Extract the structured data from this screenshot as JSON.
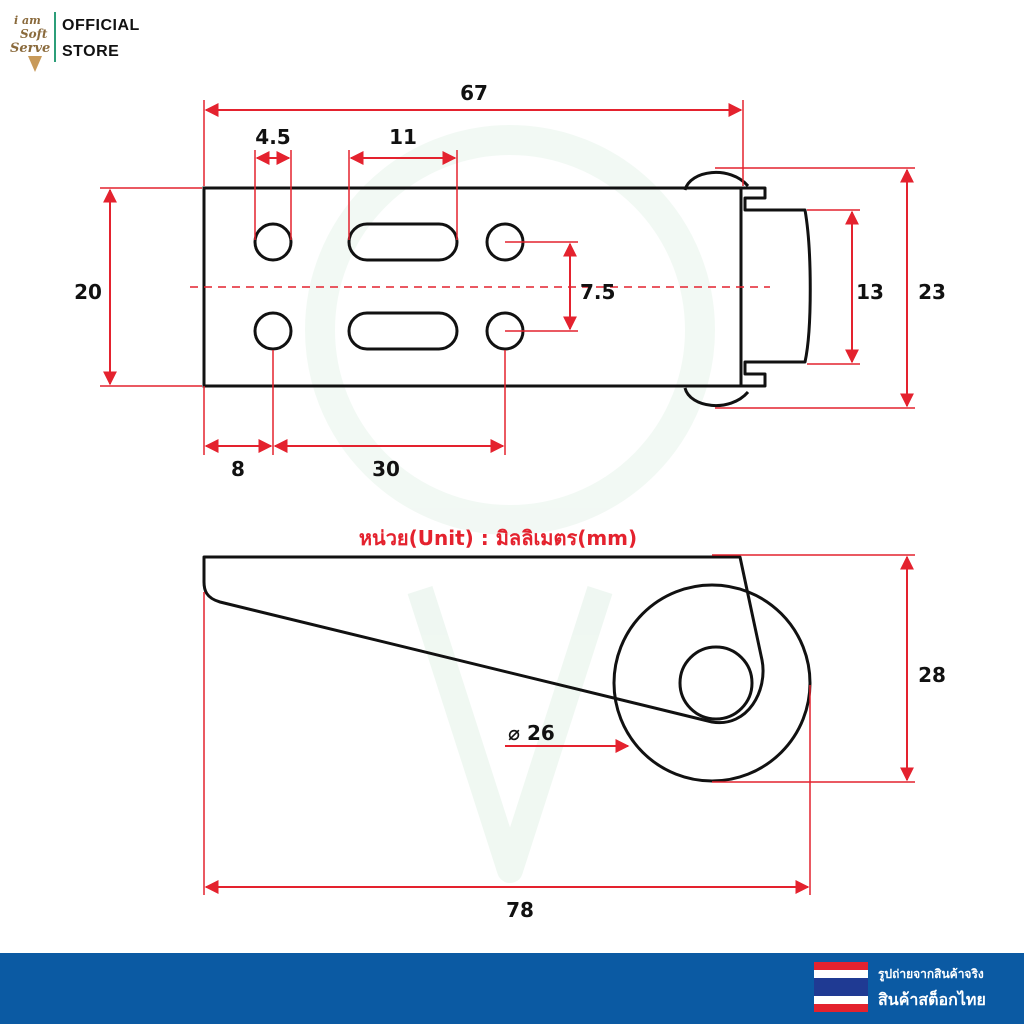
{
  "brand": {
    "logo_line1": "i am",
    "logo_line2": "Soft",
    "logo_line3": "Serve",
    "line1": "OFFICIAL",
    "line2": "STORE"
  },
  "diagram": {
    "top_view": {
      "overall_length": "67",
      "hole_diameter": "4.5",
      "slot_length": "11",
      "hole_spacing": "7.5",
      "plate_width": "20",
      "wheel_width": "13",
      "overall_width": "23",
      "edge_offset": "8",
      "hole_pitch": "30"
    },
    "unit_label": "หน่วย(Unit) : มิลลิเมตร(mm)",
    "side_view": {
      "wheel_diameter": "⌀ 26",
      "height": "28",
      "overall_length": "78"
    },
    "line_color": "#111111",
    "dimension_color": "#e4222e"
  },
  "footer": {
    "small_text": "รูปถ่ายจากสินค้าจริง",
    "big_text": "สินค้าสต็อกไทย",
    "bar_color": "#0b5aa3",
    "flag_colors": [
      "#e4222e",
      "#ffffff",
      "#1f3a93"
    ]
  }
}
